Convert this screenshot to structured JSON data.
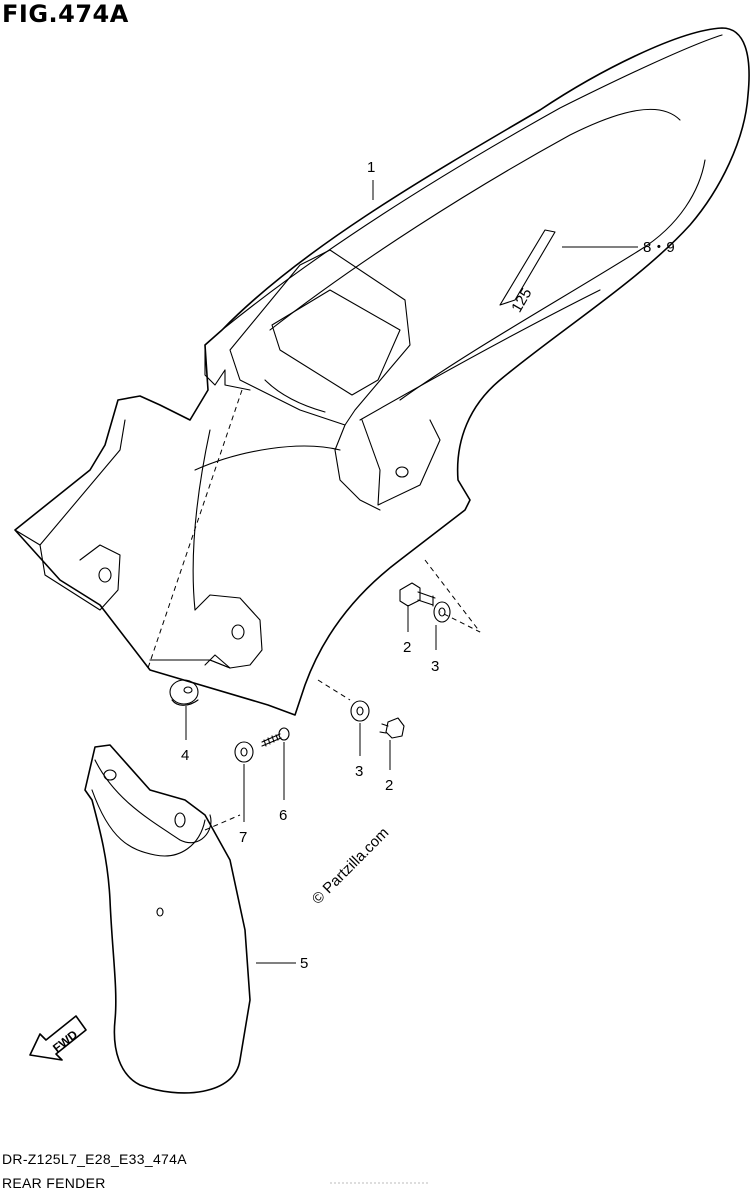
{
  "figure": {
    "title": "FIG.474A",
    "model_code": "DR-Z125L7_E28_E33_474A",
    "caption": "REAR FENDER"
  },
  "watermark": "© Partzilla.com",
  "fwd_label": "FWD",
  "decal_text": "125",
  "callouts": {
    "c1": "1",
    "c89": "8・9",
    "c2a": "2",
    "c3a": "3",
    "c4": "4",
    "c3b": "3",
    "c2b": "2",
    "c6": "6",
    "c7": "7",
    "c5": "5"
  },
  "icons": [
    "fwd-arrow-icon",
    "rear-fender-drawing",
    "mudguard-drawing",
    "bolt-icon",
    "washer-icon",
    "grommet-icon",
    "screw-icon"
  ]
}
